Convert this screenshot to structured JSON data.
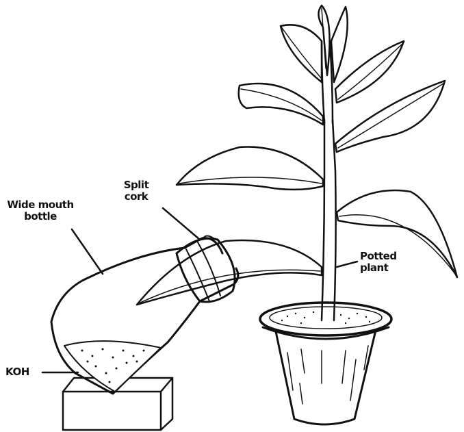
{
  "labels": {
    "split_cork": "Split\ncork",
    "wide_mouth_bottle": "Wide mouth\nbottle",
    "koh": "KOH",
    "potted_plant": "Potted\nplant"
  },
  "colors": {
    "ink": "#111111",
    "background": "#ffffff"
  }
}
